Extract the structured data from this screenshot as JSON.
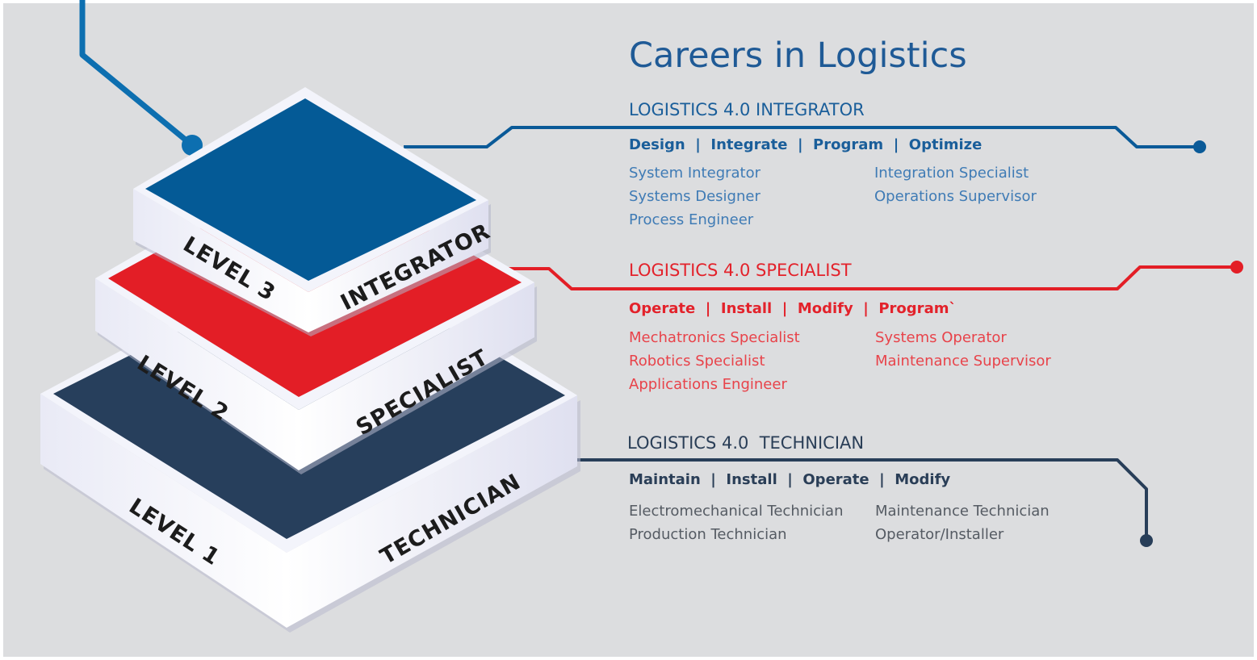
{
  "title": "Careers in Logistics",
  "colors": {
    "integrator": "#045a96",
    "specialist": "#e31e26",
    "technician": "#283e59",
    "background": "#dcdddf"
  },
  "tiers": {
    "level3": {
      "level_label": "LEVEL 3",
      "role_label": "INTEGRATOR"
    },
    "level2": {
      "level_label": "LEVEL 2",
      "role_label": "SPECIALIST"
    },
    "level1": {
      "level_label": "LEVEL 1",
      "role_label": "TECHNICIAN"
    }
  },
  "sections": {
    "integrator": {
      "heading": "LOGISTICS 4.0 INTEGRATOR",
      "skills": "Design  |  Integrate  |  Program  |  Optimize",
      "jobs_left": [
        "System Integrator",
        "Systems Designer",
        "Process Engineer"
      ],
      "jobs_right": [
        "Integration Specialist",
        "Operations Supervisor"
      ]
    },
    "specialist": {
      "heading": "LOGISTICS 4.0 SPECIALIST",
      "skills": "Operate  |  Install  |  Modify  |  Program`",
      "jobs_left": [
        "Mechatronics Specialist",
        "Robotics Specialist",
        "Applications Engineer"
      ],
      "jobs_right": [
        "Systems Operator",
        "Maintenance Supervisor"
      ]
    },
    "technician": {
      "heading": "LOGISTICS 4.0  TECHNICIAN",
      "skills": "Maintain  |  Install  |  Operate  |  Modify",
      "jobs_left": [
        "Electromechanical Technician",
        "Production Technician"
      ],
      "jobs_right": [
        "Maintenance Technician",
        "Operator/Installer"
      ]
    }
  }
}
